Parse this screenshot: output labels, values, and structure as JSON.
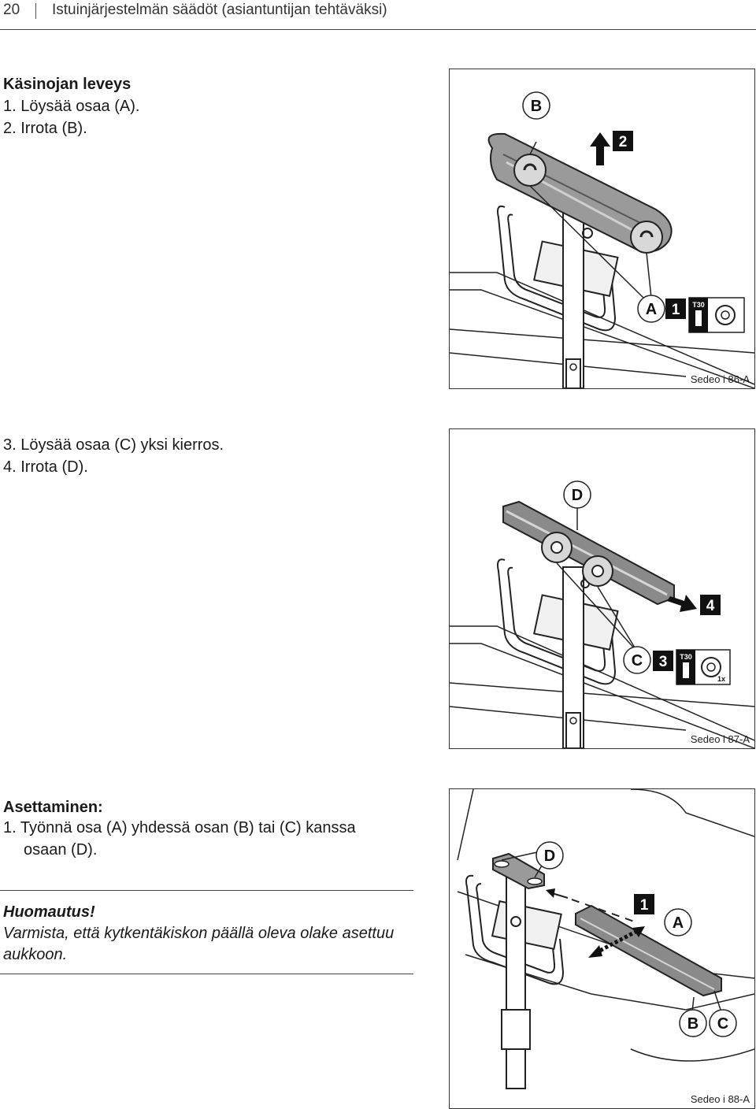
{
  "header": {
    "page_number": "20",
    "title": "Istuinjärjestelmän säädöt (asiantuntijan tehtäväksi)"
  },
  "section1": {
    "heading": "Käsinojan leveys",
    "steps": [
      "1. Löysää osaa (A).",
      "2. Irrota (B)."
    ]
  },
  "section2": {
    "steps": [
      "3. Löysää osaa (C) yksi kierros.",
      "4. Irrota (D)."
    ]
  },
  "section3": {
    "heading": "Asettaminen:",
    "step_line1": "1. Työnnä osa (A) yhdessä osan (B) tai (C) kanssa",
    "step_line2": "osaan (D)."
  },
  "note": {
    "title": "Huomautus!",
    "line1": "Varmista, että kytkentäkiskon päällä oleva olake asettuu",
    "line2": "aukkoon."
  },
  "figure1": {
    "caption": "Sedeo i 86-A",
    "labels": {
      "b": "B",
      "step2": "2",
      "a": "A",
      "step1": "1",
      "tool": "T30"
    }
  },
  "figure2": {
    "caption": "Sedeo i 87-A",
    "labels": {
      "d": "D",
      "step4": "4",
      "c": "C",
      "step3": "3",
      "tool": "T30",
      "turns": "1x"
    }
  },
  "figure3": {
    "caption": "Sedeo i 88-A",
    "labels": {
      "d": "D",
      "step1": "1",
      "a": "A",
      "b": "B",
      "c": "C"
    }
  }
}
